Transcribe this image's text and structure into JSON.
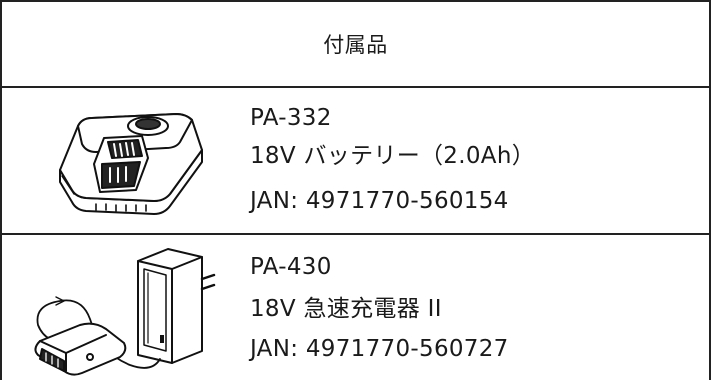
{
  "table": {
    "header": "付属品",
    "items": [
      {
        "model": "PA-332",
        "description": "18V バッテリー（2.0Ah）",
        "jan": "JAN: 4971770-560154",
        "icon": "battery-pack-icon"
      },
      {
        "model": "PA-430",
        "description": "18V 急速充電器 II",
        "jan": "JAN: 4971770-560727",
        "icon": "charger-icon"
      }
    ]
  }
}
